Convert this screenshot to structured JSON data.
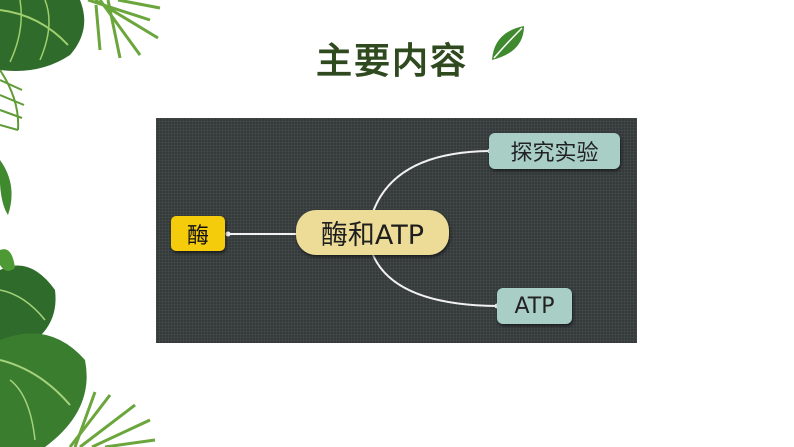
{
  "title": "主要内容",
  "diagram": {
    "root": "酶和ATP",
    "left_branch": "酶",
    "right_branches": [
      "探究实验",
      "ATP"
    ]
  },
  "colors": {
    "title": "#2f4a1e",
    "panel": "#353a3b",
    "root_node": "#ecdc98",
    "left_node": "#f4cc0b",
    "right_nodes": "#a9cec6",
    "connector": "#f2f2f2",
    "leaf_green": "#3f8a2e"
  },
  "icons": [
    "leaf-icon",
    "monstera-leaf-decoration",
    "palm-leaf-decoration"
  ]
}
